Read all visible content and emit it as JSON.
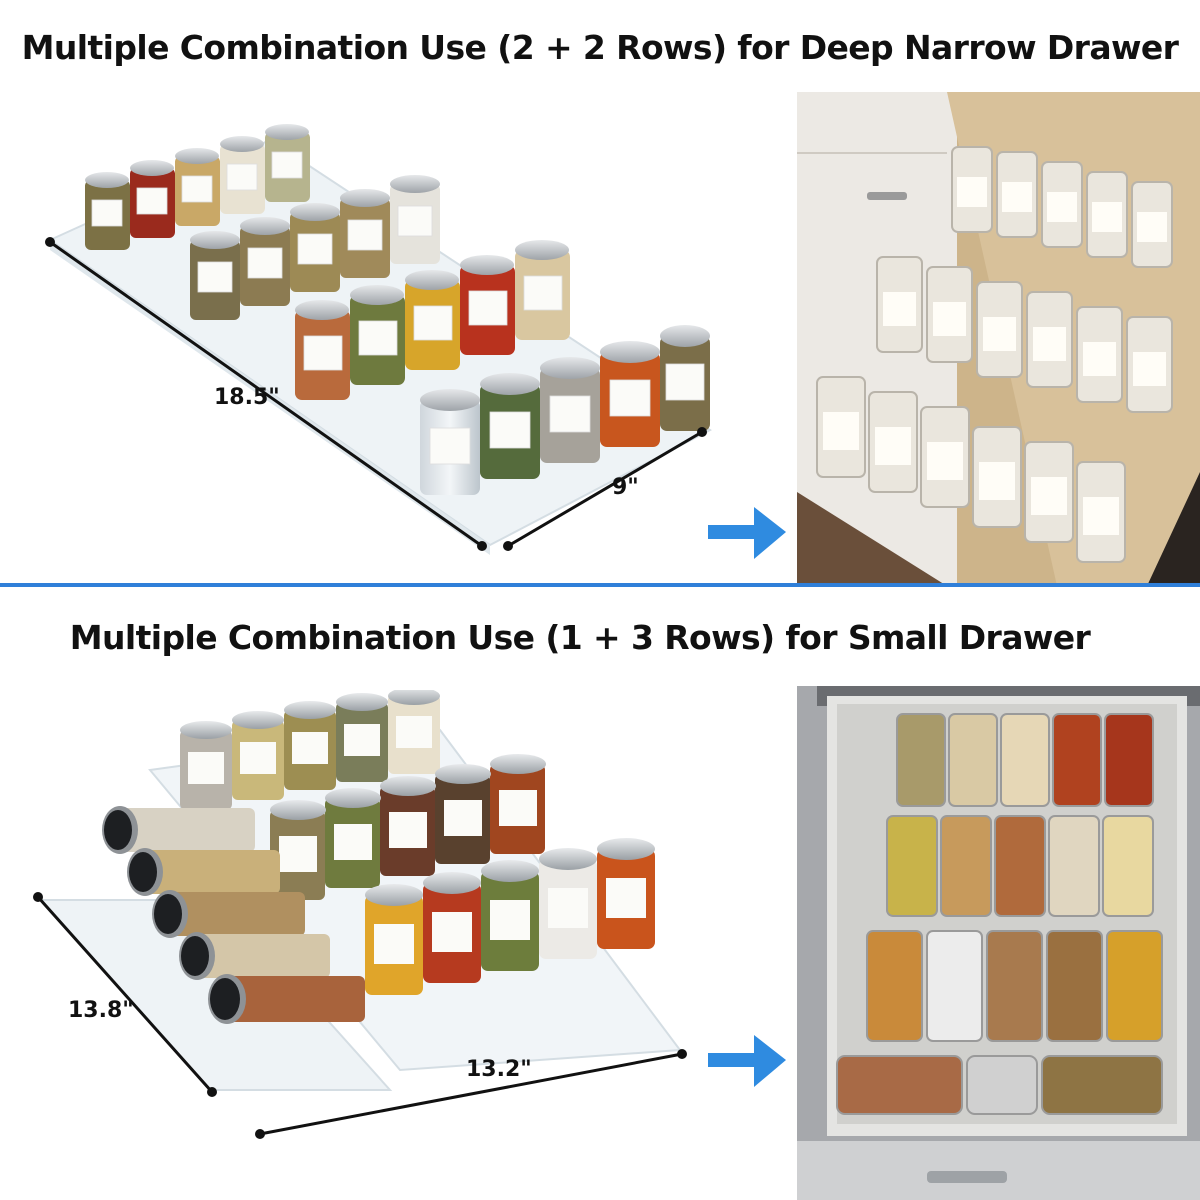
{
  "top_section": {
    "title": "Multiple Combination Use  (2 + 2 Rows) for Deep Narrow Drawer",
    "dimension_length": "18.5\"",
    "dimension_width": "9\""
  },
  "bottom_section": {
    "title": "Multiple Combination Use  (1 + 3 Rows) for Small Drawer",
    "dimension_length": "13.8\"",
    "dimension_width": "13.2\""
  },
  "colors": {
    "divider": "#2f7fd9",
    "arrow": "#2f8be0"
  }
}
